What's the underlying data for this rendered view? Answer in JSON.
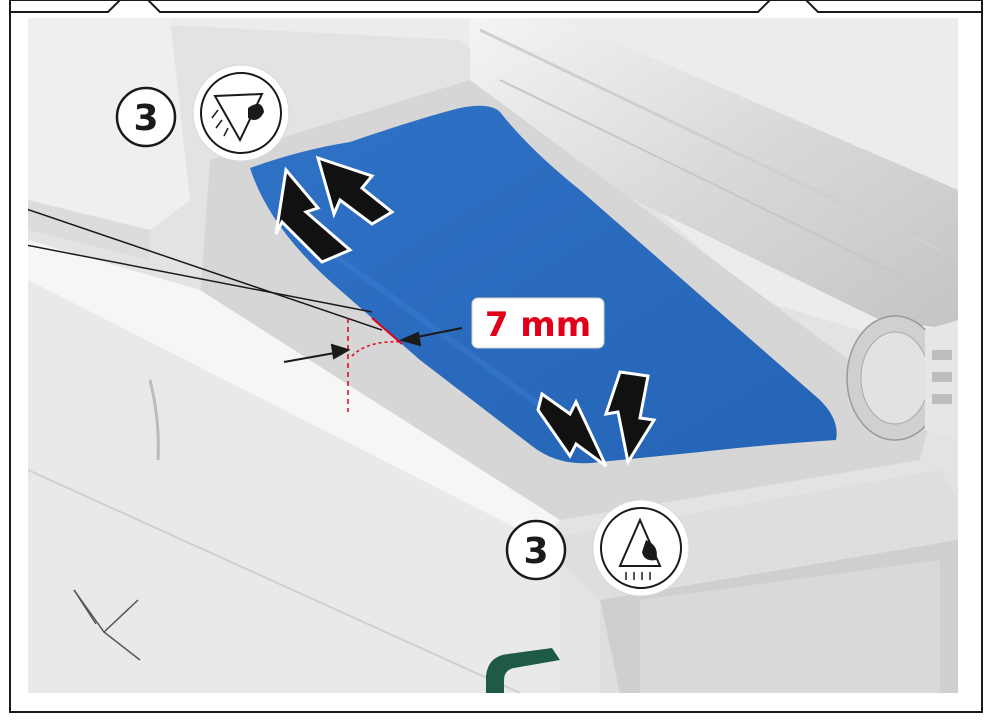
{
  "dimension": {
    "label": "7 mm",
    "color": "#e1001a"
  },
  "steps": [
    {
      "number": "3",
      "icon": "inspect-eye-icon"
    },
    {
      "number": "3",
      "icon": "inspect-eye-icon"
    }
  ],
  "colors": {
    "tape": "#2b6cc0",
    "frame": "#1a1a1a",
    "part": "#e6e6e6",
    "arrow": "#111111",
    "accent_green": "#1f5a45"
  }
}
